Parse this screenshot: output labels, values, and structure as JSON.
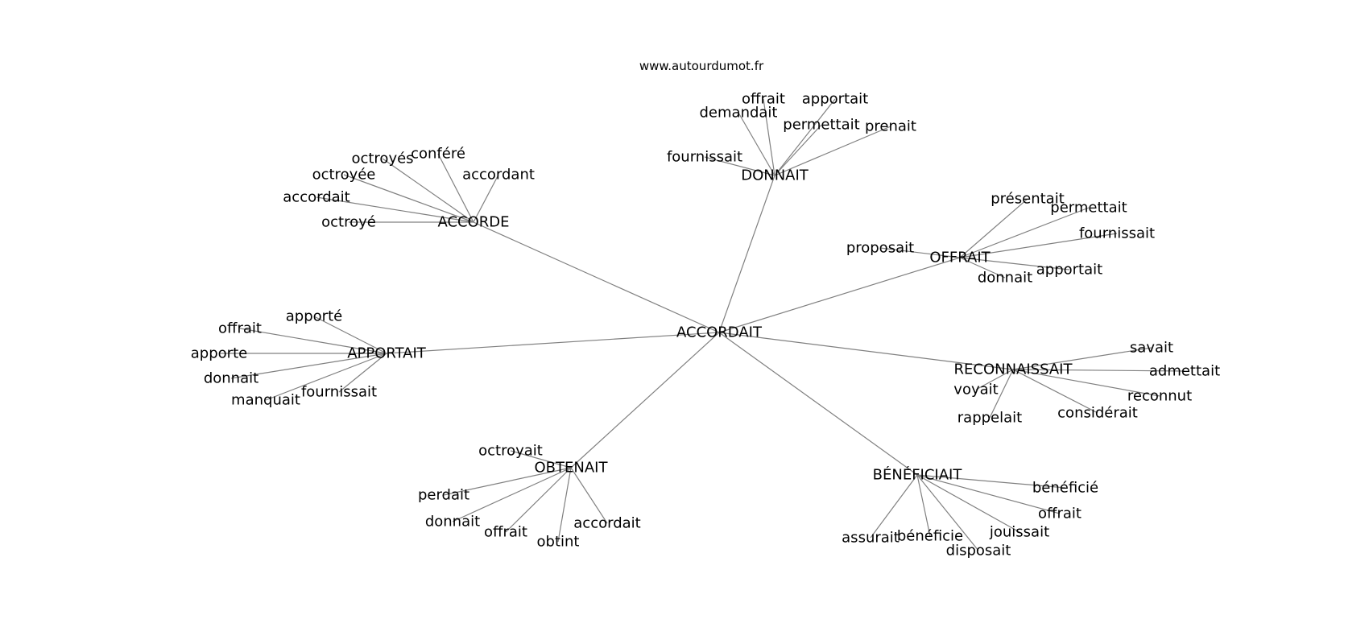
{
  "header": {
    "site": "www.autourdumot.fr"
  },
  "graph": {
    "center": "ACCORDAIT",
    "clusters": [
      {
        "hub": "DONNAIT",
        "leaves": [
          "offrait",
          "apportait",
          "demandait",
          "permettait",
          "prenait",
          "fournissait"
        ]
      },
      {
        "hub": "ACCORDE",
        "leaves": [
          "octroyés",
          "conféré",
          "octroyée",
          "accordant",
          "accordait",
          "octroyé"
        ]
      },
      {
        "hub": "OFFRAIT",
        "leaves": [
          "présentait",
          "permettait",
          "fournissait",
          "proposait",
          "donnait",
          "apportait"
        ]
      },
      {
        "hub": "APPORTAIT",
        "leaves": [
          "apporté",
          "offrait",
          "apporte",
          "donnait",
          "fournissait",
          "manquait"
        ]
      },
      {
        "hub": "RECONNAISSAIT",
        "leaves": [
          "savait",
          "admettait",
          "voyait",
          "reconnut",
          "considérait",
          "rappelait"
        ]
      },
      {
        "hub": "OBTENAIT",
        "leaves": [
          "octroyait",
          "perdait",
          "donnait",
          "offrait",
          "accordait",
          "obtint"
        ]
      },
      {
        "hub": "BÉNÉFICIAIT",
        "leaves": [
          "bénéficié",
          "offrait",
          "jouissait",
          "assurait",
          "bénéficie",
          "disposait"
        ]
      }
    ]
  },
  "colors": {
    "edge": "#808080",
    "text": "#000000",
    "background": "#ffffff"
  }
}
